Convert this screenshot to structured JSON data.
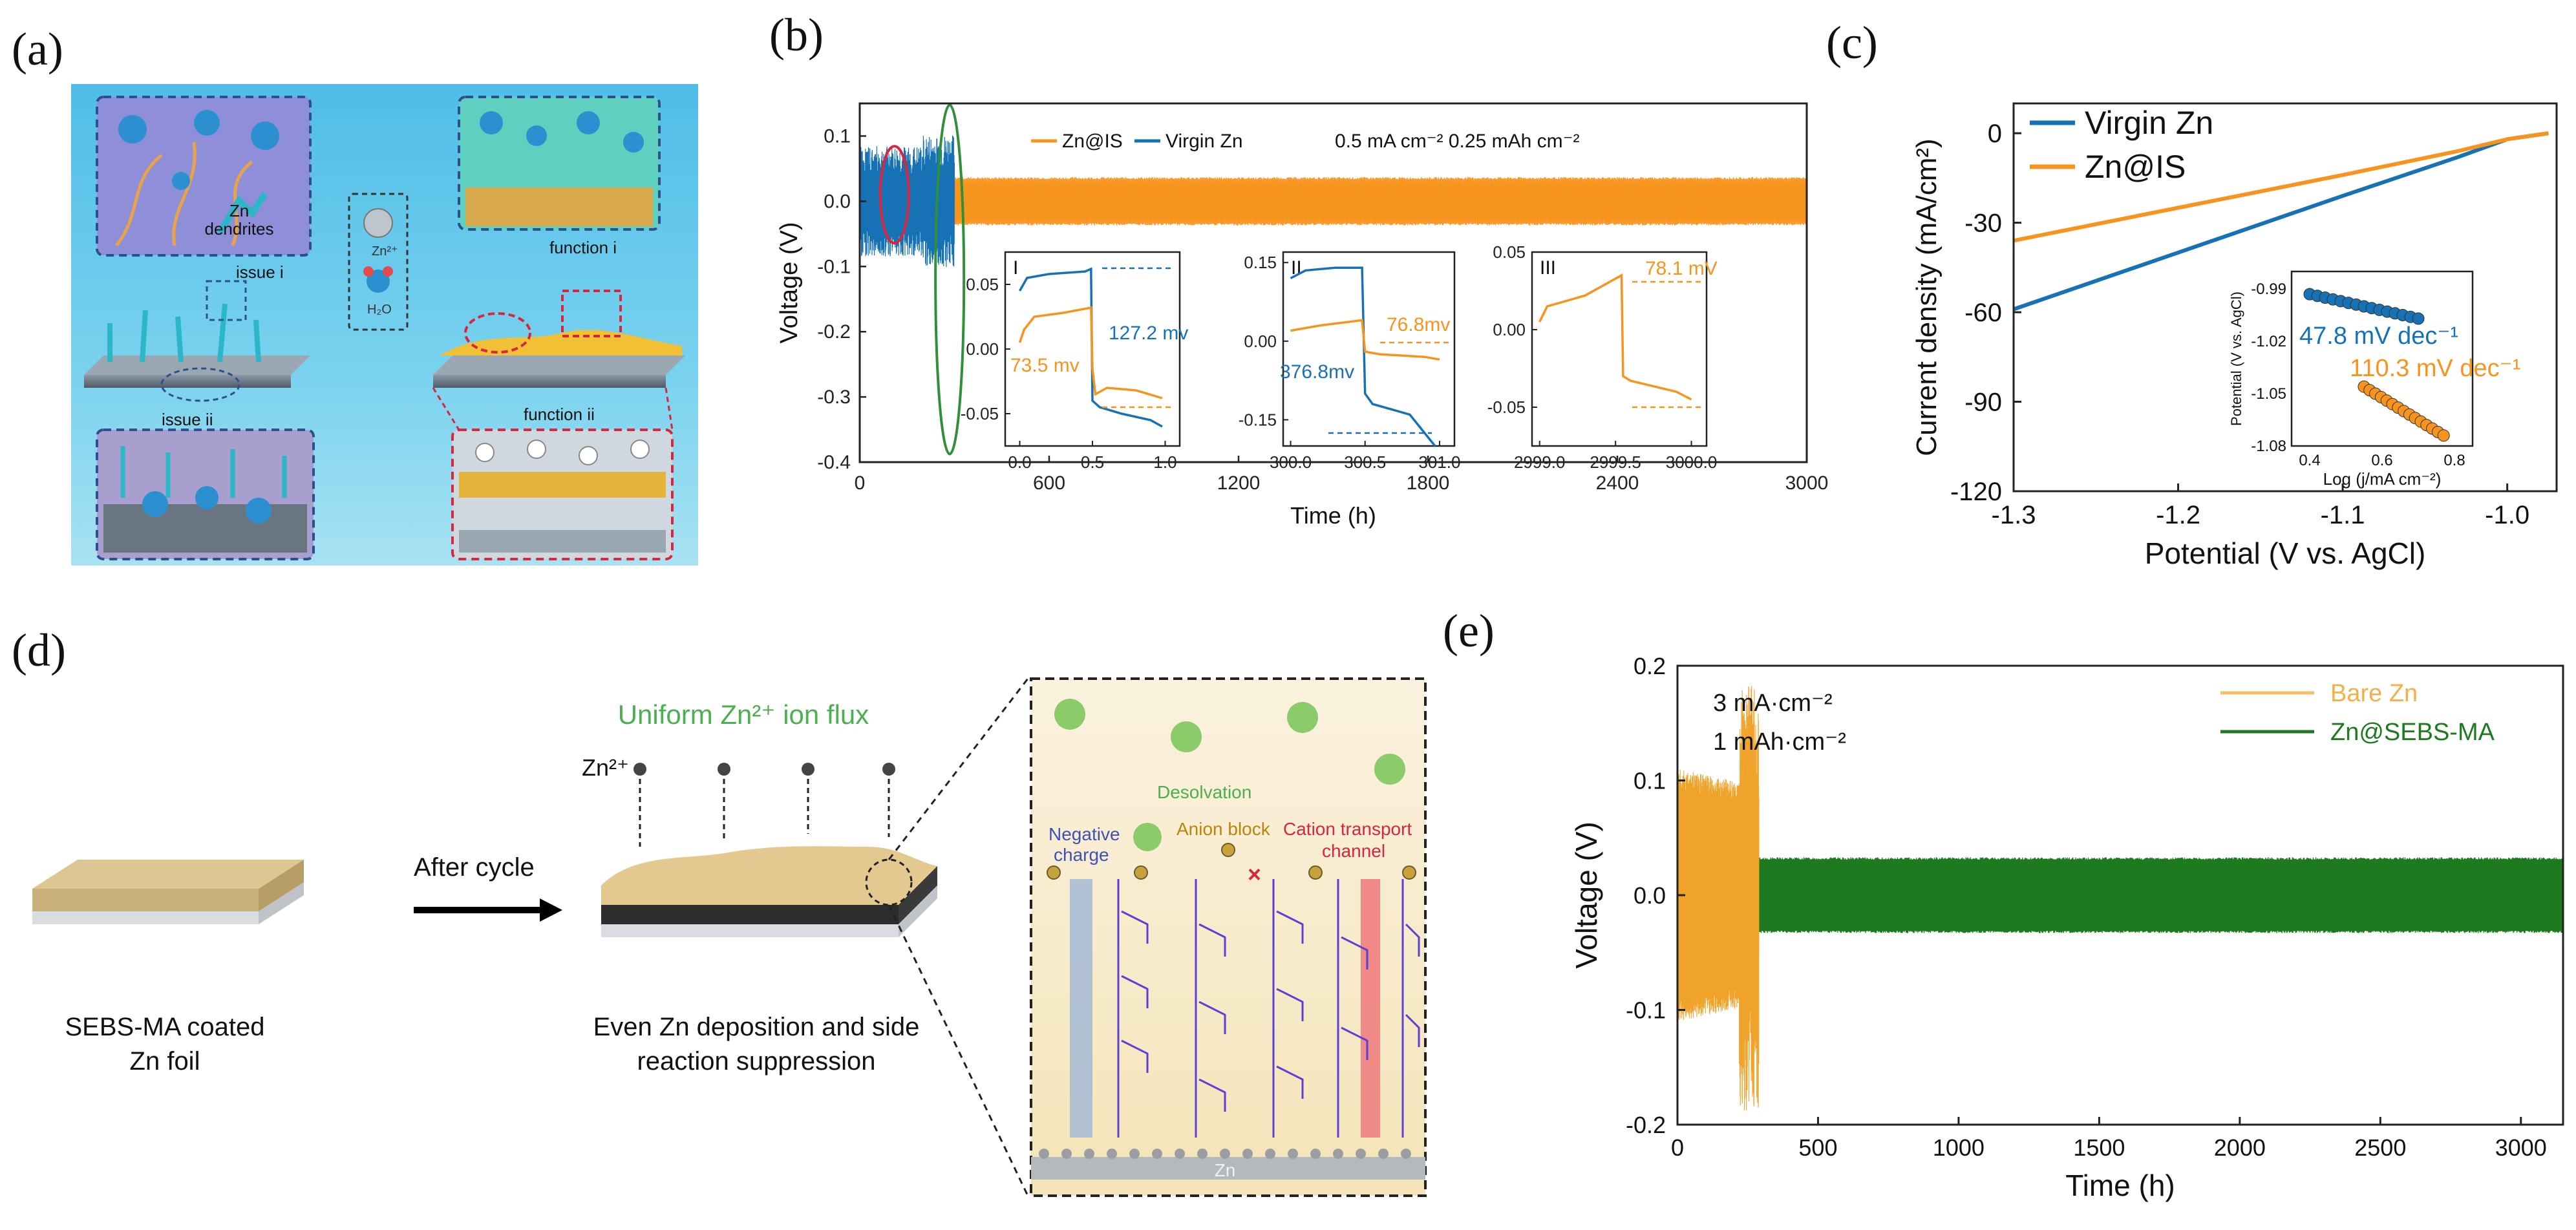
{
  "panels": {
    "a": "(a)",
    "b": "(b)",
    "c": "(c)",
    "d": "(d)",
    "e": "(e)"
  },
  "colors": {
    "orange": "#F7941D",
    "blue": "#1672B5",
    "green": "#1E7A1E",
    "bare_orange": "#F0A32A",
    "red": "#D7263D",
    "ellipse_green": "#2F8F3A",
    "sea": "#5FC3E6",
    "coating": "#D9BE86",
    "purple": "#5B3FD6"
  },
  "panel_a": {
    "issue_i": "issue i",
    "issue_ii": "issue ii",
    "zn_dendrites": "Zn\ndendrites",
    "function_i": "function i",
    "function_ii": "function ii",
    "legend_zn2": "Zn²⁺",
    "legend_h2o": "H₂O"
  },
  "panel_d": {
    "ion_flux": "Uniform Zn²⁺ ion flux",
    "zn2": "Zn²⁺",
    "after_cycle": "After cycle",
    "coated_l1": "SEBS-MA coated",
    "coated_l2": "Zn foil",
    "deposit_l1": "Even Zn deposition and side",
    "deposit_l2": "reaction suppression",
    "desolvation": "Desolvation",
    "negative_l1": "Negative",
    "negative_l2": "charge",
    "anion_block": "Anion block",
    "cation_l1": "Cation transport",
    "cation_l2": "channel",
    "zn_base": "Zn"
  },
  "chart_data": [
    {
      "id": "b",
      "type": "line",
      "xlabel": "Time (h)",
      "ylabel": "Voltage (V)",
      "xlim": [
        0,
        3000
      ],
      "ylim": [
        -0.4,
        0.15
      ],
      "xticks": [
        0,
        600,
        1200,
        1800,
        2400,
        3000
      ],
      "yticks": [
        0.1,
        0.0,
        -0.1,
        -0.2,
        -0.3,
        -0.4
      ],
      "ytick_labels": [
        "0.1",
        "0.0",
        "-0.1",
        "-0.2",
        "-0.3",
        "-0.4"
      ],
      "annotation": "0.5 mA cm⁻² 0.25 mAh cm⁻²",
      "series": [
        {
          "name": "Zn@IS",
          "t_range": [
            0,
            3000
          ],
          "amplitude": 0.037,
          "color": "#F7941D"
        },
        {
          "name": "Virgin Zn",
          "t_range": [
            0,
            300
          ],
          "amplitude": 0.065,
          "color": "#1672B5",
          "note": "fails ~300 h"
        }
      ],
      "insets": [
        {
          "label": "I",
          "xlim": [
            -0.1,
            1.1
          ],
          "xticks": [
            0.0,
            0.5,
            1.0
          ],
          "ylim": [
            -0.075,
            0.075
          ],
          "yticks": [
            0.05,
            0.0,
            -0.05
          ],
          "annotations": [
            "127.2 mv",
            "73.5 mv"
          ],
          "zn_is": {
            "x": [
              0.0,
              0.03,
              0.1,
              0.3,
              0.49,
              0.5,
              0.52,
              0.6,
              0.8,
              0.98
            ],
            "y": [
              0.005,
              0.015,
              0.025,
              0.028,
              0.032,
              -0.015,
              -0.035,
              -0.03,
              -0.032,
              -0.038
            ]
          },
          "virgin": {
            "x": [
              0.0,
              0.05,
              0.2,
              0.45,
              0.49,
              0.5,
              0.55,
              0.7,
              0.9,
              0.98
            ],
            "y": [
              0.045,
              0.055,
              0.058,
              0.06,
              0.062,
              -0.04,
              -0.045,
              -0.05,
              -0.055,
              -0.06
            ]
          }
        },
        {
          "label": "II",
          "xlim": [
            299.95,
            301.1
          ],
          "xticks": [
            300.0,
            300.5,
            301.0
          ],
          "ylim": [
            -0.2,
            0.17
          ],
          "yticks": [
            0.15,
            0.0,
            -0.15
          ],
          "annotations": [
            "76.8mv",
            "376.8mv"
          ],
          "zn_is": {
            "x": [
              300.0,
              300.2,
              300.48,
              300.5,
              300.6,
              300.9,
              301.0
            ],
            "y": [
              0.02,
              0.03,
              0.04,
              -0.02,
              -0.025,
              -0.03,
              -0.035
            ]
          },
          "virgin": {
            "x": [
              300.0,
              300.1,
              300.3,
              300.48,
              300.5,
              300.55,
              300.8,
              300.97
            ],
            "y": [
              0.12,
              0.135,
              0.14,
              0.14,
              -0.1,
              -0.12,
              -0.14,
              -0.2
            ]
          }
        },
        {
          "label": "III",
          "xlim": [
            2998.95,
            3000.1
          ],
          "xticks": [
            2999.0,
            2999.5,
            3000.0
          ],
          "ylim": [
            -0.075,
            0.05
          ],
          "yticks": [
            0.0,
            -0.05
          ],
          "ytick_labels_extra": [
            "0.05"
          ],
          "annotations": [
            "78.1 mV"
          ],
          "zn_is": {
            "x": [
              2999.0,
              2999.05,
              2999.3,
              2999.54,
              2999.55,
              2999.6,
              2999.9,
              3000.0
            ],
            "y": [
              0.005,
              0.015,
              0.022,
              0.035,
              -0.03,
              -0.033,
              -0.04,
              -0.045
            ]
          }
        }
      ]
    },
    {
      "id": "c",
      "type": "line",
      "xlabel": "Potential (V vs. AgCl)",
      "ylabel": "Current density (mA/cm²)",
      "xlim": [
        -1.3,
        -0.97
      ],
      "ylim": [
        -120,
        10
      ],
      "xticks": [
        -1.3,
        -1.2,
        -1.1,
        -1.0
      ],
      "yticks": [
        0,
        -30,
        -60,
        -90,
        -120
      ],
      "series": [
        {
          "name": "Virgin  Zn",
          "x": [
            -1.3,
            -1.2,
            -1.1,
            -1.03,
            -1.0,
            -0.975
          ],
          "y": [
            -59,
            -40,
            -21,
            -8,
            -2,
            0
          ]
        },
        {
          "name": "Zn@IS",
          "x": [
            -1.3,
            -1.2,
            -1.1,
            -1.03,
            -1.0,
            -0.975
          ],
          "y": [
            -36,
            -25,
            -14,
            -6,
            -2,
            0
          ]
        }
      ],
      "inset": {
        "xlabel": "Log (j/mA cm⁻²)",
        "ylabel": "Potential (V vs. AgCl)",
        "xlim": [
          0.35,
          0.85
        ],
        "xticks": [
          0.4,
          0.6,
          0.8
        ],
        "ylim": [
          -1.08,
          -0.98
        ],
        "yticks": [
          -0.99,
          -1.02,
          -1.05,
          -1.08
        ],
        "series": [
          {
            "name": "47.8 mV dec⁻¹",
            "x": [
              0.4,
              0.7
            ],
            "y": [
              -0.993,
              -1.007
            ]
          },
          {
            "name": "110.3 mV dec⁻¹",
            "x": [
              0.55,
              0.77
            ],
            "y": [
              -1.046,
              -1.074
            ]
          }
        ]
      }
    },
    {
      "id": "e",
      "type": "line",
      "xlabel": "Time (h)",
      "ylabel": "Voltage (V)",
      "xlim": [
        0,
        3150
      ],
      "ylim": [
        -0.2,
        0.2
      ],
      "xticks": [
        0,
        500,
        1000,
        1500,
        2000,
        2500,
        3000
      ],
      "yticks": [
        0.2,
        0.1,
        0.0,
        -0.1,
        -0.2
      ],
      "ytick_labels": [
        "0.2",
        "0.1",
        "0.0",
        "-0.1",
        "-0.2"
      ],
      "annotation_l1": "3 mA·cm⁻²",
      "annotation_l2": "1 mAh·cm⁻²",
      "series": [
        {
          "name": "Bare Zn",
          "t_range": [
            0,
            290
          ],
          "color": "#F0A32A",
          "note": "amplitude grows to ±0.2 before failure"
        },
        {
          "name": "Zn@SEBS-MA",
          "t_range": [
            290,
            3150
          ],
          "amplitude": 0.033,
          "color": "#1E7A1E"
        }
      ]
    }
  ]
}
